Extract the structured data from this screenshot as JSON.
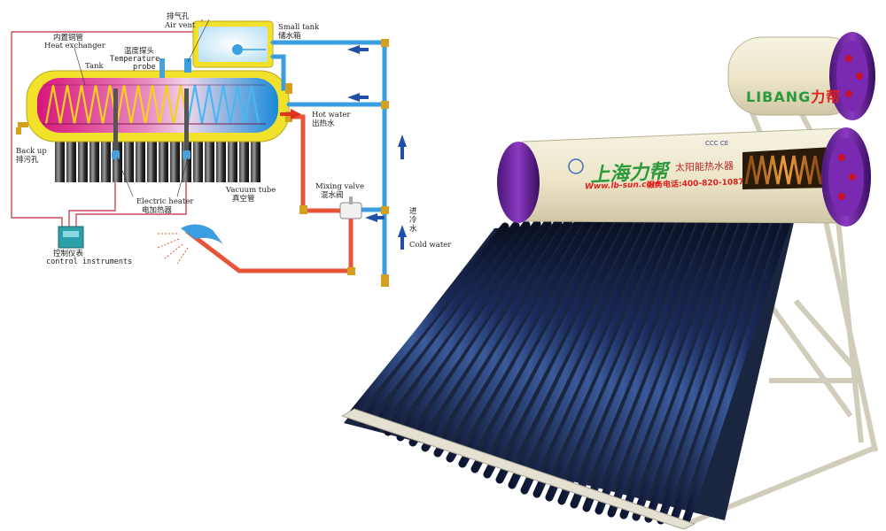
{
  "diagram": {
    "labels": {
      "inner_pipe_cn": "内置铜管",
      "heat_exchanger_en": "Heat exchanger",
      "tank_en": "Tank",
      "temp_probe_cn": "温度探头",
      "temp_probe_en1": "Temperature",
      "temp_probe_en2": "probe",
      "air_vent_cn": "排气孔",
      "air_vent_en": "Air vent",
      "small_tank_en": "Small tank",
      "small_tank_cn": "储水箱",
      "hot_water_en": "Hot water",
      "hot_water_cn": "出热水",
      "back_up_en": "Back up",
      "back_up_cn": "排污孔",
      "electric_heater_en": "Electric heater",
      "electric_heater_cn": "电加热器",
      "vacuum_tube_en": "Vacuum tube",
      "vacuum_tube_cn": "真空管",
      "mixing_valve_en": "Mixing valve",
      "mixing_valve_cn": "混水阀",
      "cold_in_cn1": "进",
      "cold_in_cn2": "冷",
      "cold_in_cn3": "水",
      "cold_water_en": "Cold water",
      "control_cn": "控制仪表",
      "control_en": "control instruments"
    },
    "colors": {
      "tank_shell": "#f2e12a",
      "heat_gradient": [
        "#d8157a",
        "#f0d5e8",
        "#1a8bd8"
      ],
      "hot_pipe": "#e8543a",
      "cold_pipe": "#3a9ee0",
      "flow_arrow": "#1f4fa8",
      "hot_arrow": "#e03020",
      "fitting": "#d4a020",
      "control_box": "#2aa0a8"
    }
  },
  "product": {
    "brand_cn": "上海力帮",
    "product_cn": "太阳能热水器",
    "upper_brand_en": "LIBANG",
    "upper_brand_cn": "力帮",
    "website": "Www.lb-sun.com",
    "hotline": "服务电话:400-820-1087",
    "cert_marks": "CCC CE",
    "colors": {
      "tank_body": "#f1ecd6",
      "end_cap": "#6a2aa0",
      "brand_green": "#2a9a3a",
      "brand_red": "#e0201c",
      "tube": "#1a2a5a",
      "frame": "#d8d4c4"
    }
  }
}
